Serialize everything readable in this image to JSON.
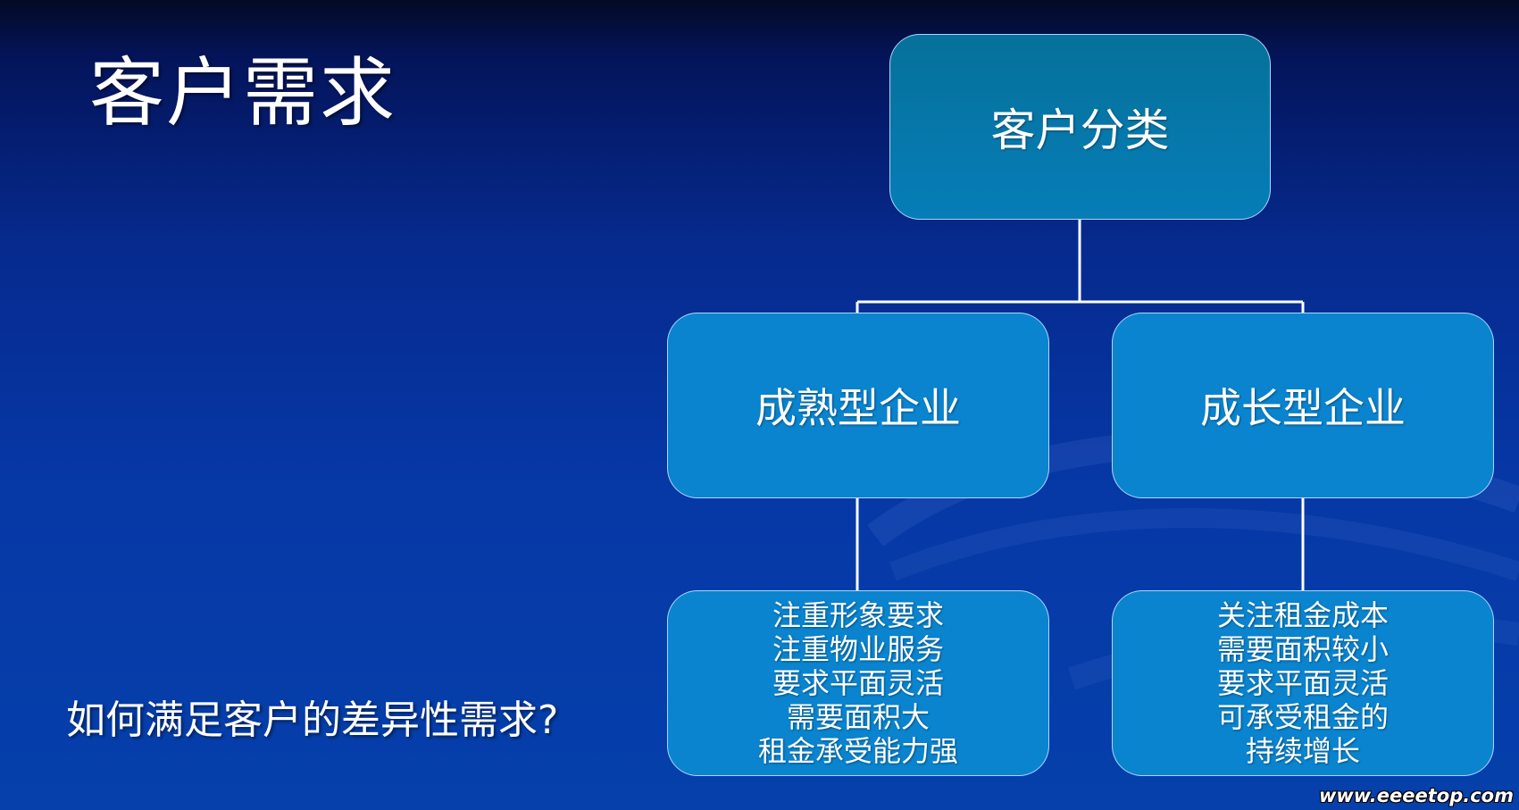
{
  "slide": {
    "title": "客户需求",
    "question": "如何满足客户的差异性需求?"
  },
  "diagram": {
    "root": {
      "label": "客户分类"
    },
    "branches": [
      {
        "label": "成熟型企业",
        "details": [
          "注重形象要求",
          "注重物业服务",
          "要求平面灵活",
          "需要面积大",
          "租金承受能力强"
        ]
      },
      {
        "label": "成长型企业",
        "details": [
          "关注租金成本",
          "需要面积较小",
          "要求平面灵活",
          "可承受租金的",
          "持续增长"
        ]
      }
    ]
  },
  "watermark": "www.eeeetop.com",
  "colors": {
    "background_top": "#030a24",
    "background_bottom": "#0540ab",
    "node_fill": "#0a84cf",
    "root_fill": "#06719a",
    "node_border": "#bee1ff",
    "connector": "#ffffff",
    "text": "#ffffff"
  }
}
